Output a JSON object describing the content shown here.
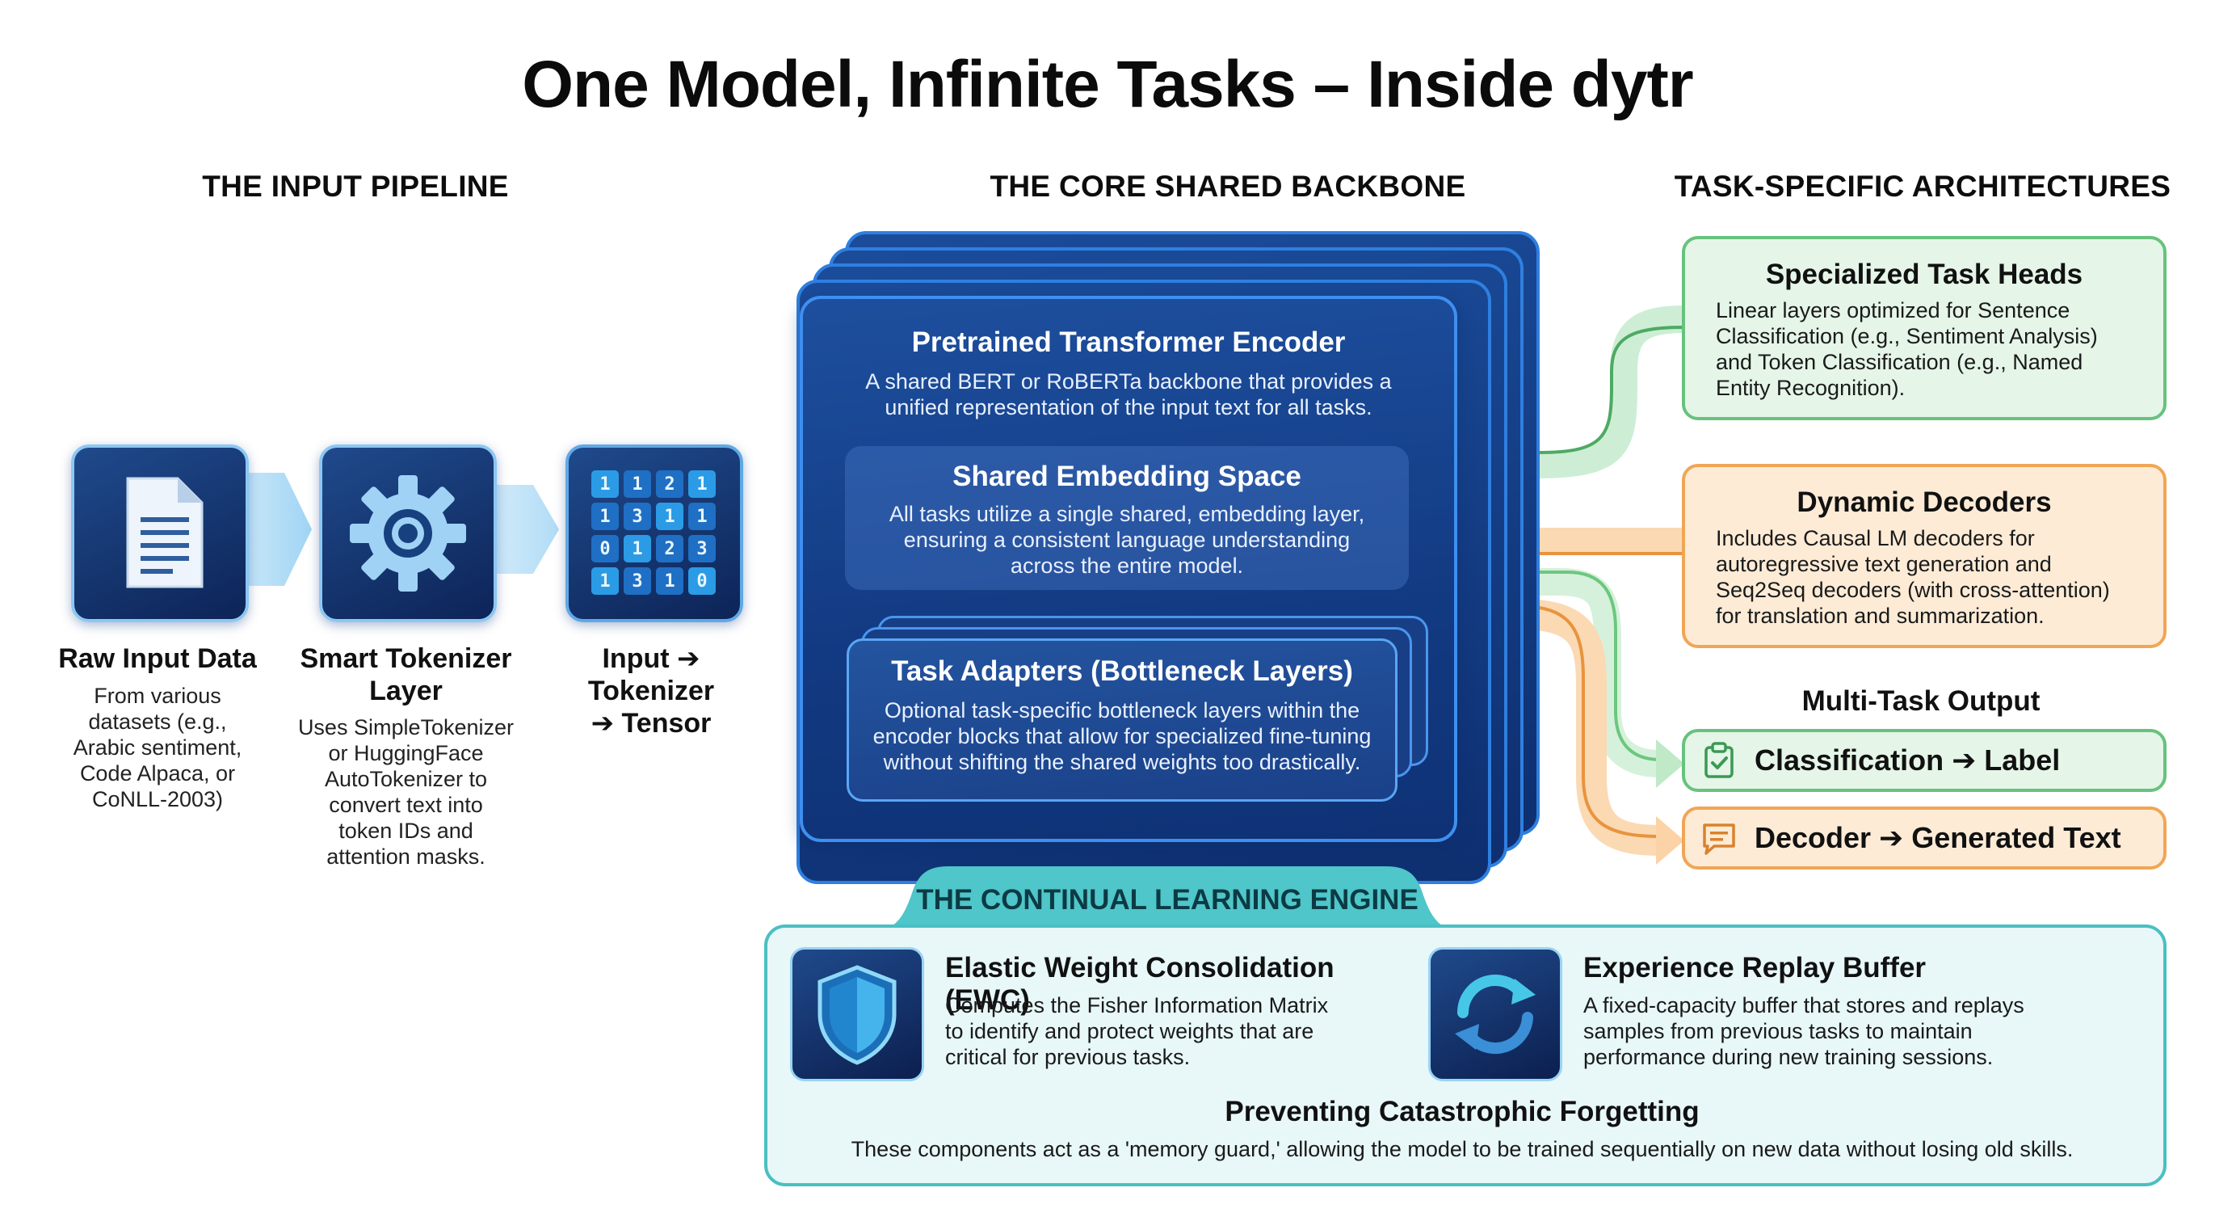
{
  "title": "One Model, Infinite Tasks – Inside dytr",
  "columns": {
    "input": "THE INPUT PIPELINE",
    "backbone": "THE CORE SHARED BACKBONE",
    "tasks": "TASK-SPECIFIC ARCHITECTURES"
  },
  "pipeline": {
    "raw": {
      "icon": "document-icon",
      "title": "Raw Input Data",
      "desc": [
        "From various",
        "datasets (e.g.,",
        "Arabic sentiment,",
        "Code Alpaca, or",
        "CoNLL-2003)"
      ]
    },
    "tokenizer": {
      "icon": "gear-icon",
      "title": [
        "Smart Tokenizer",
        "Layer"
      ],
      "desc": [
        "Uses SimpleTokenizer",
        "or HuggingFace",
        "AutoTokenizer to",
        "convert text into",
        "token IDs and",
        "attention masks."
      ]
    },
    "tensor": {
      "icon": "token-grid-icon",
      "title": [
        "Input ➔",
        "Tokenizer",
        "➔ Tensor"
      ],
      "grid": [
        "1",
        "1",
        "2",
        "1",
        "1",
        "3",
        "1",
        "1",
        "0",
        "1",
        "2",
        "3",
        "1",
        "3",
        "1",
        "0"
      ]
    }
  },
  "backbone": {
    "encoder_title": "Pretrained Transformer Encoder",
    "encoder_desc": [
      "A shared BERT or RoBERTa backbone that provides a",
      "unified representation of the input text for all tasks."
    ],
    "embedding_title": "Shared Embedding Space",
    "embedding_desc": [
      "All tasks utilize a single shared, embedding layer,",
      "ensuring a consistent language understanding",
      "across the entire model."
    ],
    "adapters_title": "Task Adapters (Bottleneck Layers)",
    "adapters_desc": [
      "Optional task-specific bottleneck layers within the",
      "encoder blocks that allow for specialized fine-tuning",
      "without shifting the shared weights too drastically."
    ]
  },
  "tasks": {
    "heads_title": "Specialized Task Heads",
    "heads_desc": [
      "Linear layers optimized for Sentence",
      "Classification (e.g., Sentiment Analysis)",
      "and Token Classification (e.g., Named",
      "Entity Recognition)."
    ],
    "decoders_title": "Dynamic Decoders",
    "decoders_desc": [
      "Includes Causal LM decoders for",
      "autoregressive text generation and",
      "Seq2Seq decoders (with cross-attention)",
      "for translation and summarization."
    ],
    "output_title": "Multi-Task Output",
    "out_classification": "Classification ➔ Label",
    "out_decoder": "Decoder ➔ Generated Text"
  },
  "continual": {
    "title": "THE CONTINUAL LEARNING ENGINE",
    "ewc_title": "Elastic Weight Consolidation (EWC)",
    "ewc_desc": [
      "Computes the Fisher Information Matrix",
      "to identify and protect weights that are",
      "critical for previous tasks."
    ],
    "replay_title": "Experience Replay Buffer",
    "replay_desc": [
      "A fixed-capacity buffer that stores and replays",
      "samples from previous tasks to maintain",
      "performance during new training sessions."
    ],
    "forgetting_title": "Preventing Catastrophic Forgetting",
    "forgetting_desc": "These components act as a 'memory guard,' allowing the model to be trained sequentially on new data without losing old skills."
  },
  "colors": {
    "backbone_blue": "#123a82",
    "green_path": "#6cc77f",
    "orange_path": "#f0a656",
    "teal": "#4fc6c9"
  }
}
